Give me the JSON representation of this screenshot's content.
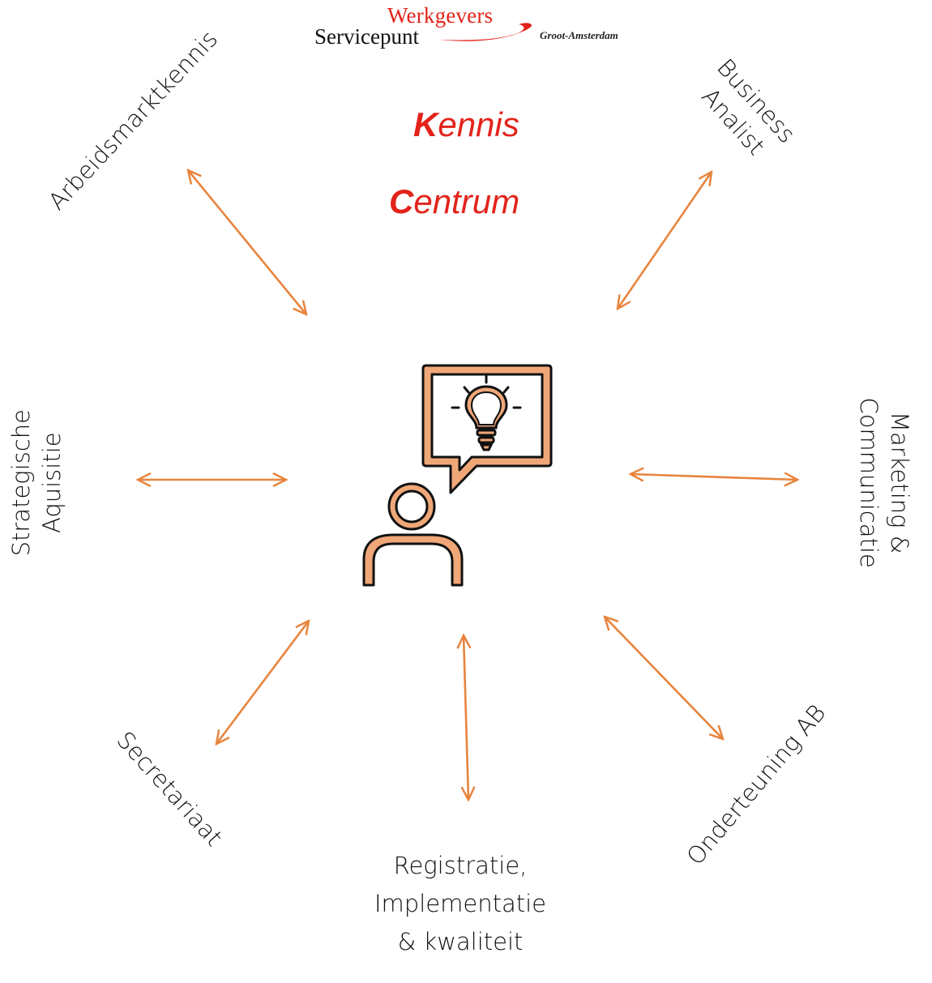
{
  "logo": {
    "line1": "Werkgevers",
    "line2": "Servicepunt",
    "region": "Groot-Amsterdam"
  },
  "title": {
    "word1_initial": "K",
    "word1_rest": "ennis",
    "word2_initial": "C",
    "word2_rest": "entrum"
  },
  "roles": {
    "top_left": "Arbeidsmarktkennis",
    "top_right": [
      "Business",
      "Analist"
    ],
    "left": [
      "Strategische",
      "Aquisitie"
    ],
    "right": [
      "Marketing &",
      "Communicatie"
    ],
    "bottom_left": "Secretariaat",
    "bottom": [
      "Registratie,",
      "Implementatie",
      "& kwaliteit"
    ],
    "bottom_right": "Onderteuning AB"
  },
  "colors": {
    "title_red": "#e2231a",
    "arrow_orange": "#e8843e",
    "icon_fill": "#f0a778",
    "icon_outline": "#111111"
  },
  "icons": {
    "central": "person-with-lightbulb-speech-bubble-icon"
  }
}
